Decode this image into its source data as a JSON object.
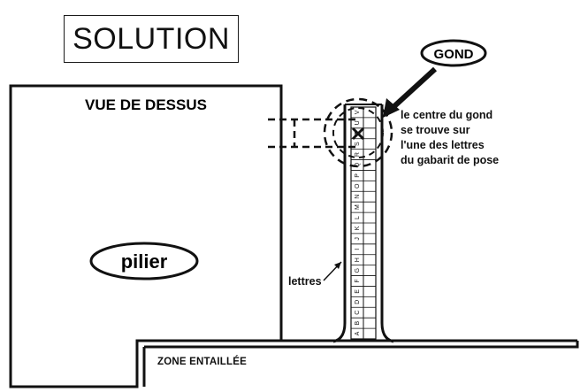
{
  "title": "SOLUTION",
  "view_label": "VUE DE DESSUS",
  "pillar_label": "pilier",
  "hinge_label": "GOND",
  "note_lines": [
    "le centre du gond",
    "se trouve sur",
    "l'une des lettres",
    "du gabarit de pose"
  ],
  "letters_label": "lettres",
  "zone_label": "ZONE ENTAILLÉE",
  "gauge_letters": [
    "A",
    "B",
    "C",
    "D",
    "E",
    "F",
    "G",
    "H",
    "I",
    "J",
    "K",
    "L",
    "M",
    "N",
    "O",
    "P",
    "Q",
    "R",
    "S",
    "T",
    "U",
    "V"
  ]
}
